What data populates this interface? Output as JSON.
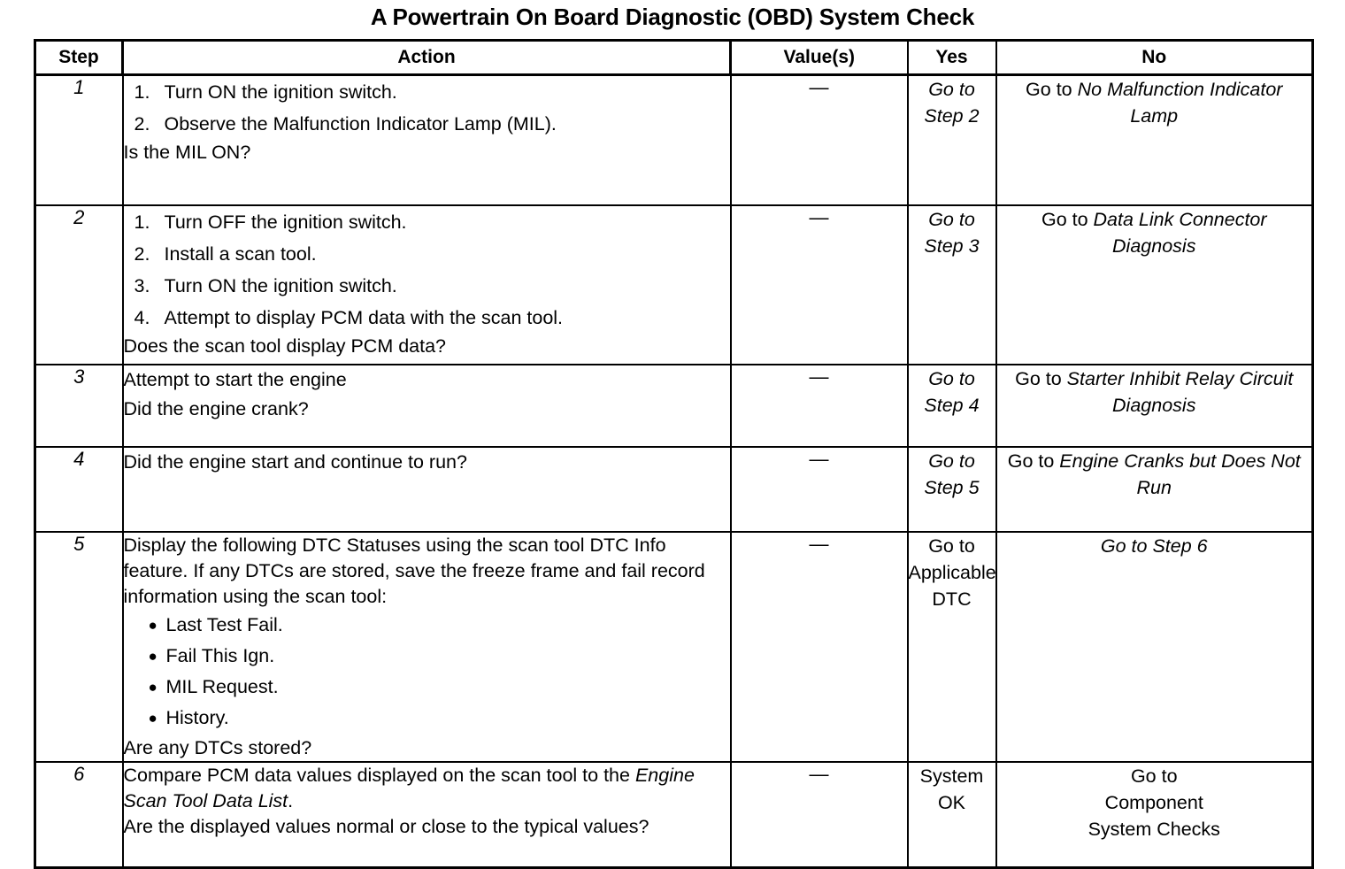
{
  "title": "A Powertrain On Board Diagnostic (OBD) System Check",
  "table": {
    "columns": {
      "step": "Step",
      "action": "Action",
      "values": "Value(s)",
      "yes": "Yes",
      "no": "No"
    },
    "rows": [
      {
        "step": "1",
        "action": {
          "numbered": [
            {
              "num": "1.",
              "text": "Turn ON the ignition switch."
            },
            {
              "num": "2.",
              "text": "Observe the Malfunction Indicator Lamp (MIL)."
            }
          ],
          "question": "Is the MIL ON?"
        },
        "value": "—",
        "yes": "Go to Step 2",
        "yes_italic": true,
        "no_prefix": "Go to ",
        "no_ref": "No Malfunction Indicator Lamp"
      },
      {
        "step": "2",
        "action": {
          "numbered": [
            {
              "num": "1.",
              "text": "Turn OFF the ignition switch."
            },
            {
              "num": "2.",
              "text": "Install a scan tool."
            },
            {
              "num": "3.",
              "text": "Turn ON the ignition switch."
            },
            {
              "num": "4.",
              "text": "Attempt to display PCM data with the scan tool."
            }
          ],
          "question": "Does the scan tool display PCM data?"
        },
        "value": "—",
        "yes": "Go to Step 3",
        "yes_italic": true,
        "no_prefix": "Go to ",
        "no_ref": "Data Link Connector Diagnosis"
      },
      {
        "step": "3",
        "action": {
          "lines": [
            "Attempt to start the engine",
            "Did the engine crank?"
          ]
        },
        "value": "—",
        "yes": "Go to Step 4",
        "yes_italic": true,
        "no_prefix": "Go to ",
        "no_ref": "Starter Inhibit Relay Circuit Diagnosis"
      },
      {
        "step": "4",
        "action": {
          "lines": [
            "Did the engine start and continue to run?"
          ]
        },
        "value": "—",
        "yes": "Go to Step 5",
        "yes_italic": true,
        "no_prefix": "Go to ",
        "no_ref": "Engine Cranks but Does Not Run"
      },
      {
        "step": "5",
        "action": {
          "intro": "Display the following DTC Statuses using the scan tool DTC Info feature. If any DTCs are stored, save the freeze frame and fail record information using the scan tool:",
          "bullets": [
            "Last Test Fail.",
            "Fail This Ign.",
            "MIL Request.",
            "History."
          ],
          "question": "Are any DTCs stored?"
        },
        "value": "—",
        "yes": "Go to\nApplicable DTC",
        "yes_italic": false,
        "no": "Go to Step 6",
        "no_italic": true
      },
      {
        "step": "6",
        "action": {
          "sentence_before": "Compare PCM data values displayed on the scan tool to the ",
          "sentence_ref": "Engine Scan Tool Data List",
          "sentence_after": ".",
          "question": "Are the displayed values normal or close to the typical values?"
        },
        "value": "—",
        "yes": "System OK",
        "yes_italic": false,
        "no": "Go to\nComponent\nSystem Checks",
        "no_italic": false
      }
    ]
  }
}
